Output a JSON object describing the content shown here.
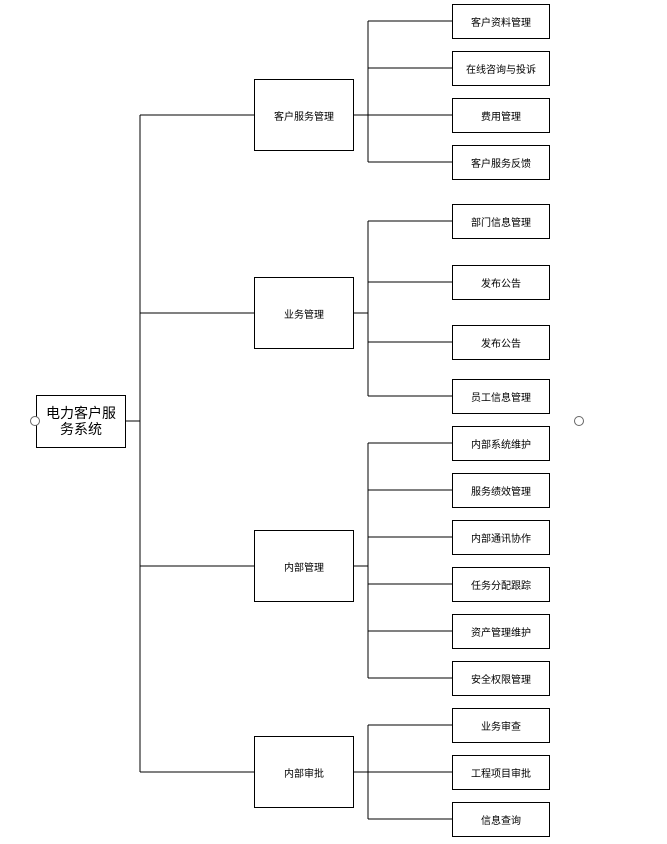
{
  "root": {
    "label": "电力客户服务系统"
  },
  "groups": [
    {
      "label": "客户服务管理",
      "children": [
        "客户资料管理",
        "在线咨询与投诉",
        "费用管理",
        "客户服务反馈"
      ]
    },
    {
      "label": "业务管理",
      "children": [
        "部门信息管理",
        "发布公告",
        "发布公告",
        "员工信息管理"
      ]
    },
    {
      "label": "内部管理",
      "children": [
        "内部系统维护",
        "服务绩效管理",
        "内部通讯协作",
        "任务分配跟踪",
        "资产管理维护",
        "安全权限管理"
      ]
    },
    {
      "label": "内部审批",
      "children": [
        "业务审查",
        "工程项目审批",
        "信息查询"
      ]
    }
  ]
}
